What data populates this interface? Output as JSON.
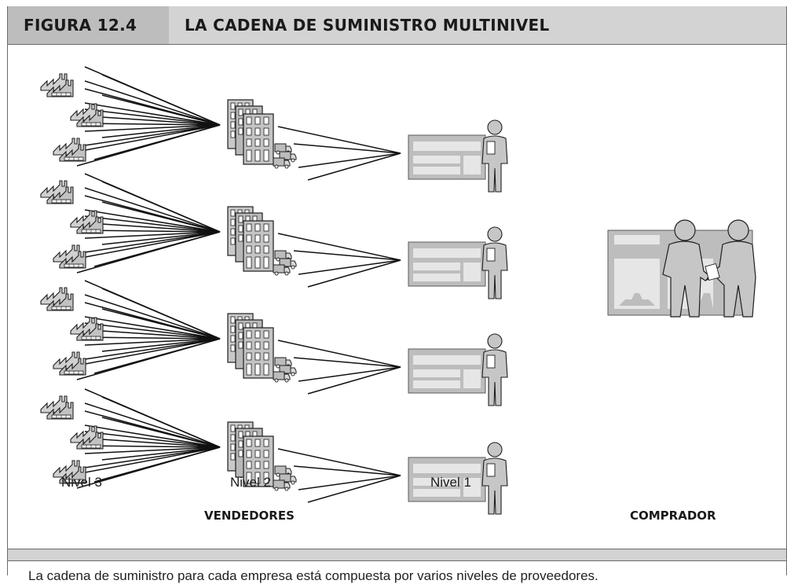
{
  "figure": {
    "number": "FIGURA 12.4",
    "title": "LA CADENA DE SUMINISTRO MULTINIVEL"
  },
  "tiers": {
    "tier3": "Nivel 3",
    "tier2": "Nivel 2",
    "tier1": "Nivel 1"
  },
  "groups": {
    "sellers": "VENDEDORES",
    "buyer": "COMPRADOR"
  },
  "caption": "La cadena de suministro para cada empresa está compuesta por varios niveles de proveedores."
}
